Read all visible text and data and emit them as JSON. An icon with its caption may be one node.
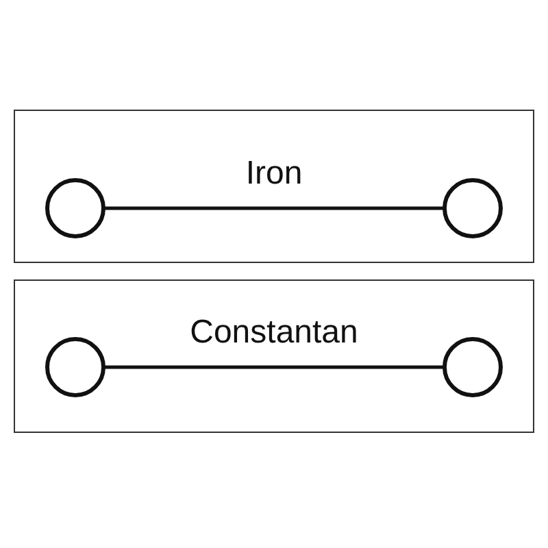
{
  "diagram": {
    "nodes": [
      {
        "text": [],
        "shape": "box"
      },
      {
        "text": [],
        "shape": "circle",
        "in": 0
      },
      {
        "text": [],
        "shape": "circle",
        "in": 0
      },
      {
        "text": [],
        "shape": "box"
      },
      {
        "text": [],
        "shape": "circle",
        "in": 3
      },
      {
        "text": [],
        "shape": "circle",
        "in": 3
      }
    ],
    "edges": [
      {
        "from": 1,
        "to": 2,
        "arrow": "none",
        "label": "Iron"
      },
      {
        "from": 4,
        "to": 5,
        "arrow": "none",
        "label": "Constantan"
      }
    ]
  }
}
